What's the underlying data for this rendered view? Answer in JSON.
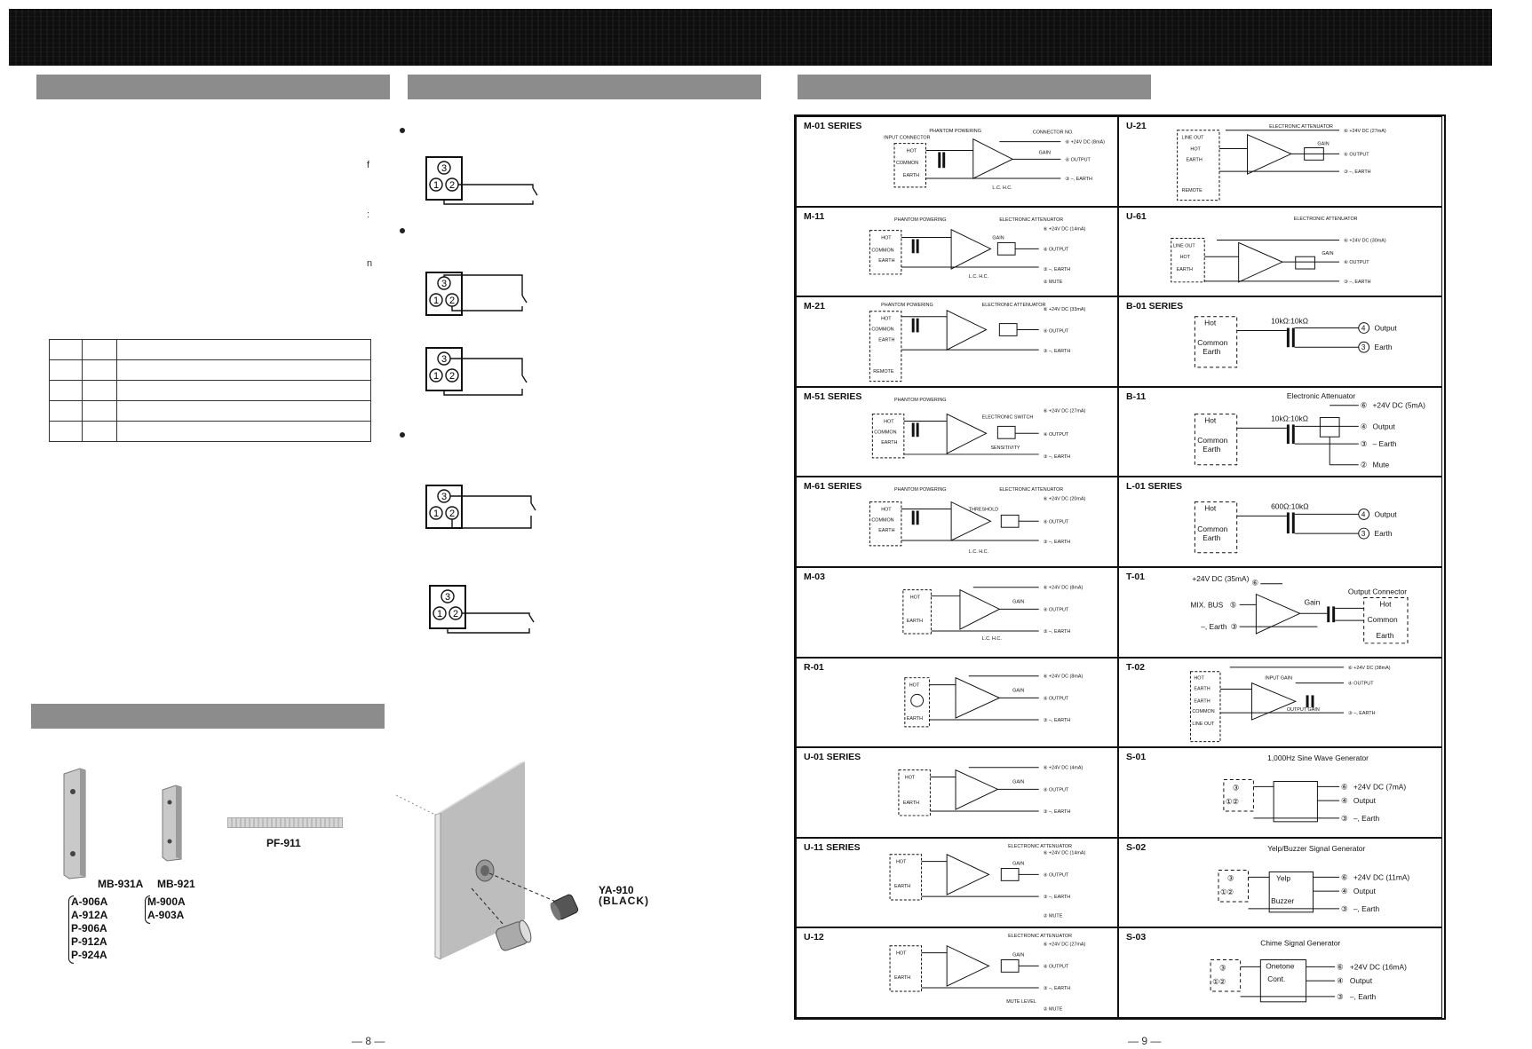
{
  "left_page": {
    "margin_marks": [
      "f",
      ":",
      "n"
    ],
    "jacks": [
      {
        "pins": [
          "3",
          "1",
          "2"
        ]
      },
      {
        "pins": [
          "3",
          "1",
          "2"
        ]
      },
      {
        "pins": [
          "3",
          "1",
          "2"
        ]
      },
      {
        "pins": [
          "3",
          "1",
          "2"
        ]
      },
      {
        "pins": [
          "3",
          "1",
          "2"
        ]
      }
    ],
    "parts": {
      "mb931a": "MB-931A",
      "mb921": "MB-921",
      "pf911": "PF-911",
      "mb931a_models": [
        "A-906A",
        "A-912A",
        "P-906A",
        "P-912A",
        "P-924A"
      ],
      "mb921_models": [
        "M-900A",
        "A-903A"
      ],
      "ya910": "YA-910",
      "ya910_color": "(BLACK)"
    },
    "page_number": "— 8 —"
  },
  "right_page": {
    "page_number": "— 9 —",
    "modules": [
      {
        "title": "M-01 SERIES"
      },
      {
        "title": "U-21"
      },
      {
        "title": "M-11"
      },
      {
        "title": "U-61"
      },
      {
        "title": "M-21"
      },
      {
        "title": "B-01 SERIES"
      },
      {
        "title": "M-51 SERIES"
      },
      {
        "title": "B-11"
      },
      {
        "title": "M-61 SERIES"
      },
      {
        "title": "L-01 SERIES"
      },
      {
        "title": "M-03"
      },
      {
        "title": "T-01"
      },
      {
        "title": "R-01"
      },
      {
        "title": "T-02"
      },
      {
        "title": "U-01 SERIES"
      },
      {
        "title": "S-01"
      },
      {
        "title": "U-11 SERIES"
      },
      {
        "title": "S-02"
      },
      {
        "title": "U-12"
      },
      {
        "title": "S-03"
      }
    ],
    "labels": {
      "hot": "HOT",
      "common": "COMMON",
      "earth": "EARTH",
      "gain": "GAIN",
      "output": "OUTPUT",
      "earth_terminal": "–, EARTH",
      "mute": "MUTE",
      "phantom": "PHANTOM POWERING",
      "attenuator": "ELECTRONIC ATTENUATOR",
      "connector_no": "CONNECTOR NO.",
      "input_connector": "INPUT CONNECTOR",
      "lc_hc": "L.C. H.C.",
      "line_out": "LINE OUT",
      "remote": "REMOTE",
      "b01_ratio": "10kΩ:10kΩ",
      "l01_ratio": "600Ω:10kΩ",
      "Hot": "Hot",
      "Common": "Common",
      "Earth": "Earth",
      "Output": "Output",
      "Mute": "Mute",
      "earth_dash": "–, Earth",
      "b11_earth": "– Earth",
      "b11_attenuator": "Electronic Attenuator",
      "b11_power": "+24V DC (5mA)",
      "t01_power": "+24V DC (35mA)",
      "t01_mix": "MIX. BUS",
      "t01_conn": "Output Connector",
      "t01_gain": "Gain",
      "s01_gen": "1,000Hz Sine Wave Generator",
      "s01_power": "+24V DC (7mA)",
      "s02_gen": "Yelp/Buzzer Signal Generator",
      "s02_power": "+24V DC (11mA)",
      "s02_yelp": "Yelp",
      "s02_buzzer": "Buzzer",
      "s03_gen": "Chime Signal Generator",
      "s03_power": "+24V DC (16mA)",
      "s03_onetone": "Onetone",
      "s03_cont": "Cont.",
      "switch": "ELECTRONIC SWITCH",
      "sensitivity": "SENSITIVITY",
      "threshold": "THRESHOLD",
      "mute_level": "MUTE LEVEL",
      "input_gain": "INPUT GAIN",
      "output_gain": "OUTPUT GAIN"
    }
  }
}
